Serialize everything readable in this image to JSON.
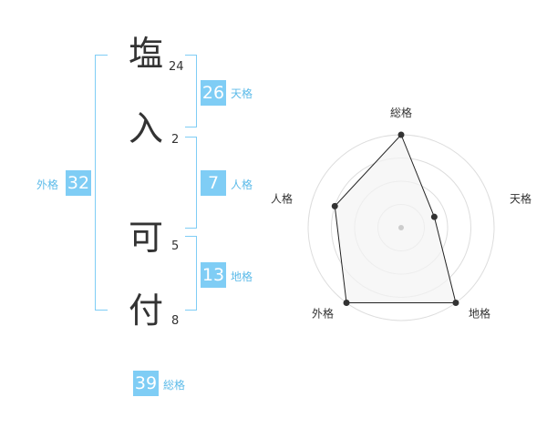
{
  "name_chars": [
    {
      "char": "塩",
      "strokes": "24"
    },
    {
      "char": "入",
      "strokes": "2"
    },
    {
      "char": "可",
      "strokes": "5"
    },
    {
      "char": "付",
      "strokes": "8"
    }
  ],
  "scores": {
    "tenkaku": {
      "label": "天格",
      "value": "26"
    },
    "jinkaku": {
      "label": "人格",
      "value": "7"
    },
    "chikaku": {
      "label": "地格",
      "value": "13"
    },
    "gaikaku": {
      "label": "外格",
      "value": "32"
    },
    "soukaku": {
      "label": "総格",
      "value": "39"
    }
  },
  "chart_data": {
    "type": "radar",
    "axes": [
      "総格",
      "天格",
      "地格",
      "外格",
      "人格"
    ],
    "values": [
      4,
      1.5,
      4,
      4,
      3
    ],
    "max": 4,
    "rings": 4,
    "colors": {
      "ring": "#dddddd",
      "fill": "#f3f3f3",
      "line": "#222222",
      "point": "#333333",
      "center": "#cccccc"
    }
  }
}
